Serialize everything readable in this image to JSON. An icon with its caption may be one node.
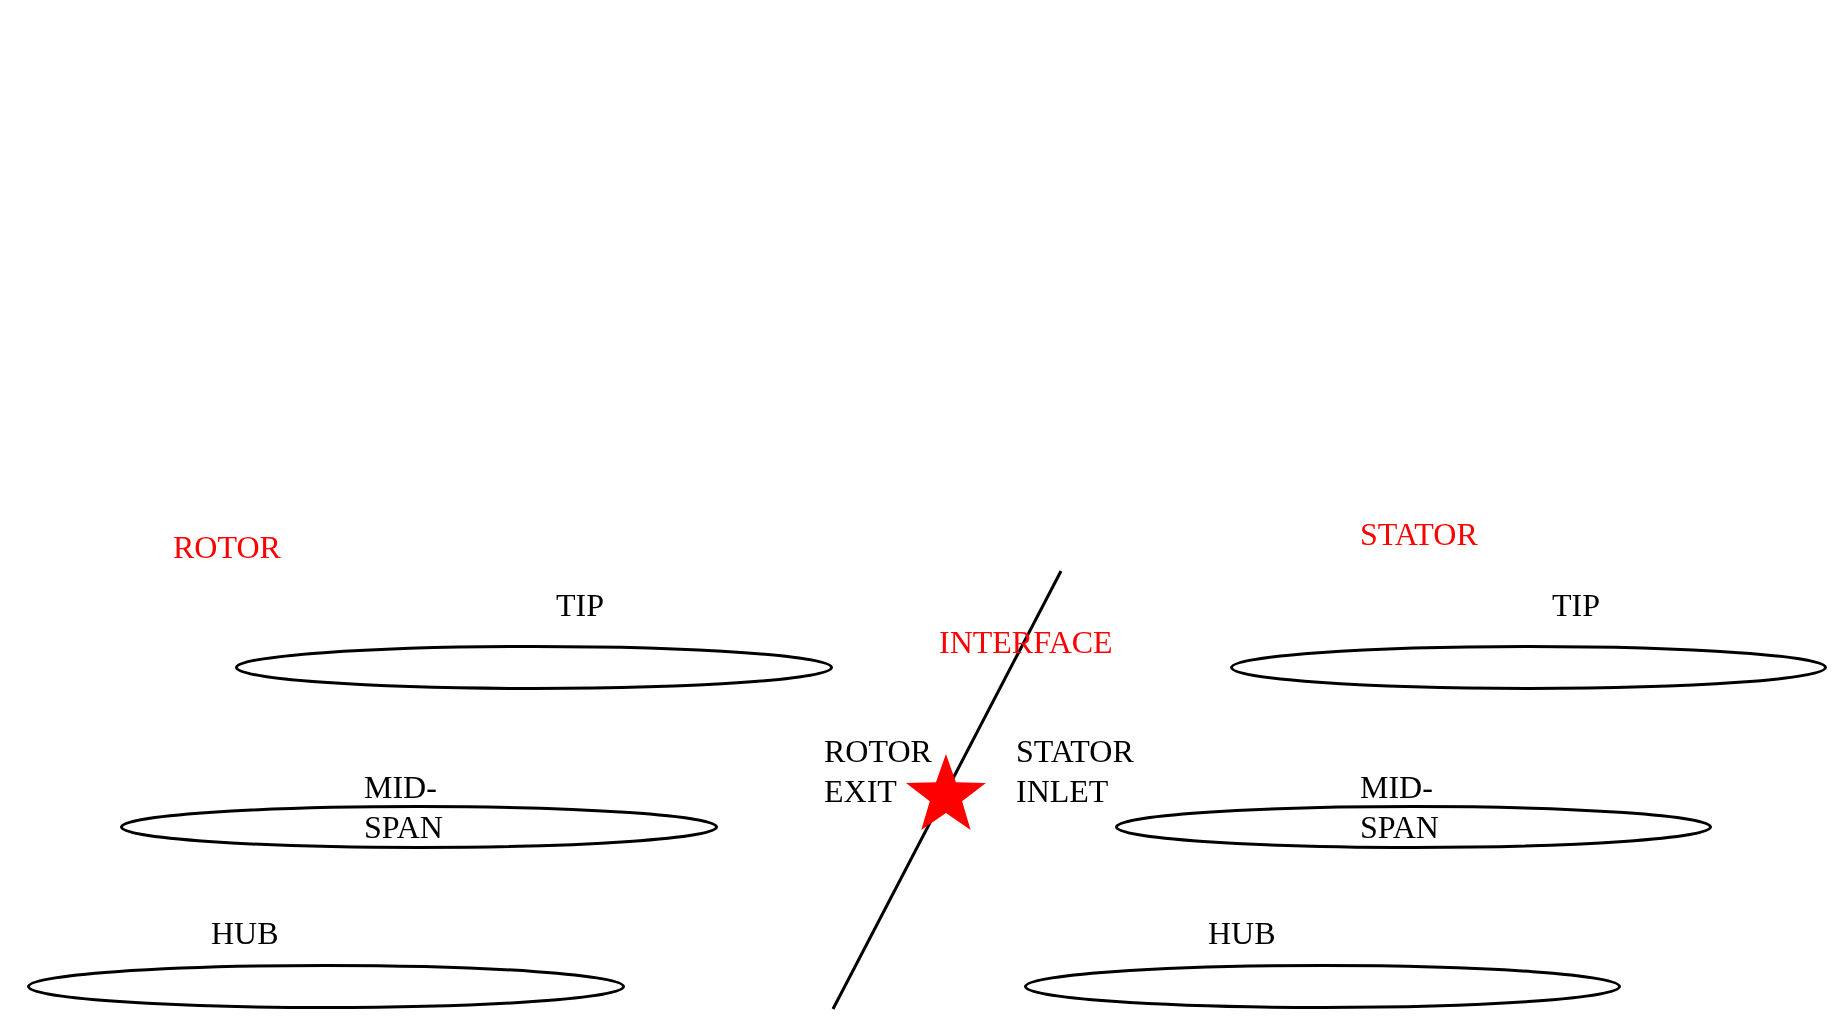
{
  "diagram": {
    "nodes": [
      {
        "text": [
          "TIP"
        ]
      },
      {
        "text": [
          "TIP"
        ]
      },
      {
        "text": [
          "MID- SPAN"
        ]
      },
      {
        "text": [
          "MID- SPAN"
        ]
      },
      {
        "text": [
          "HUB"
        ]
      },
      {
        "text": [
          "HUB"
        ]
      }
    ],
    "labels": [
      "ROTOR",
      "STATOR",
      "INTERFACE",
      "ROTOR EXIT",
      "STATOR INLET"
    ]
  }
}
